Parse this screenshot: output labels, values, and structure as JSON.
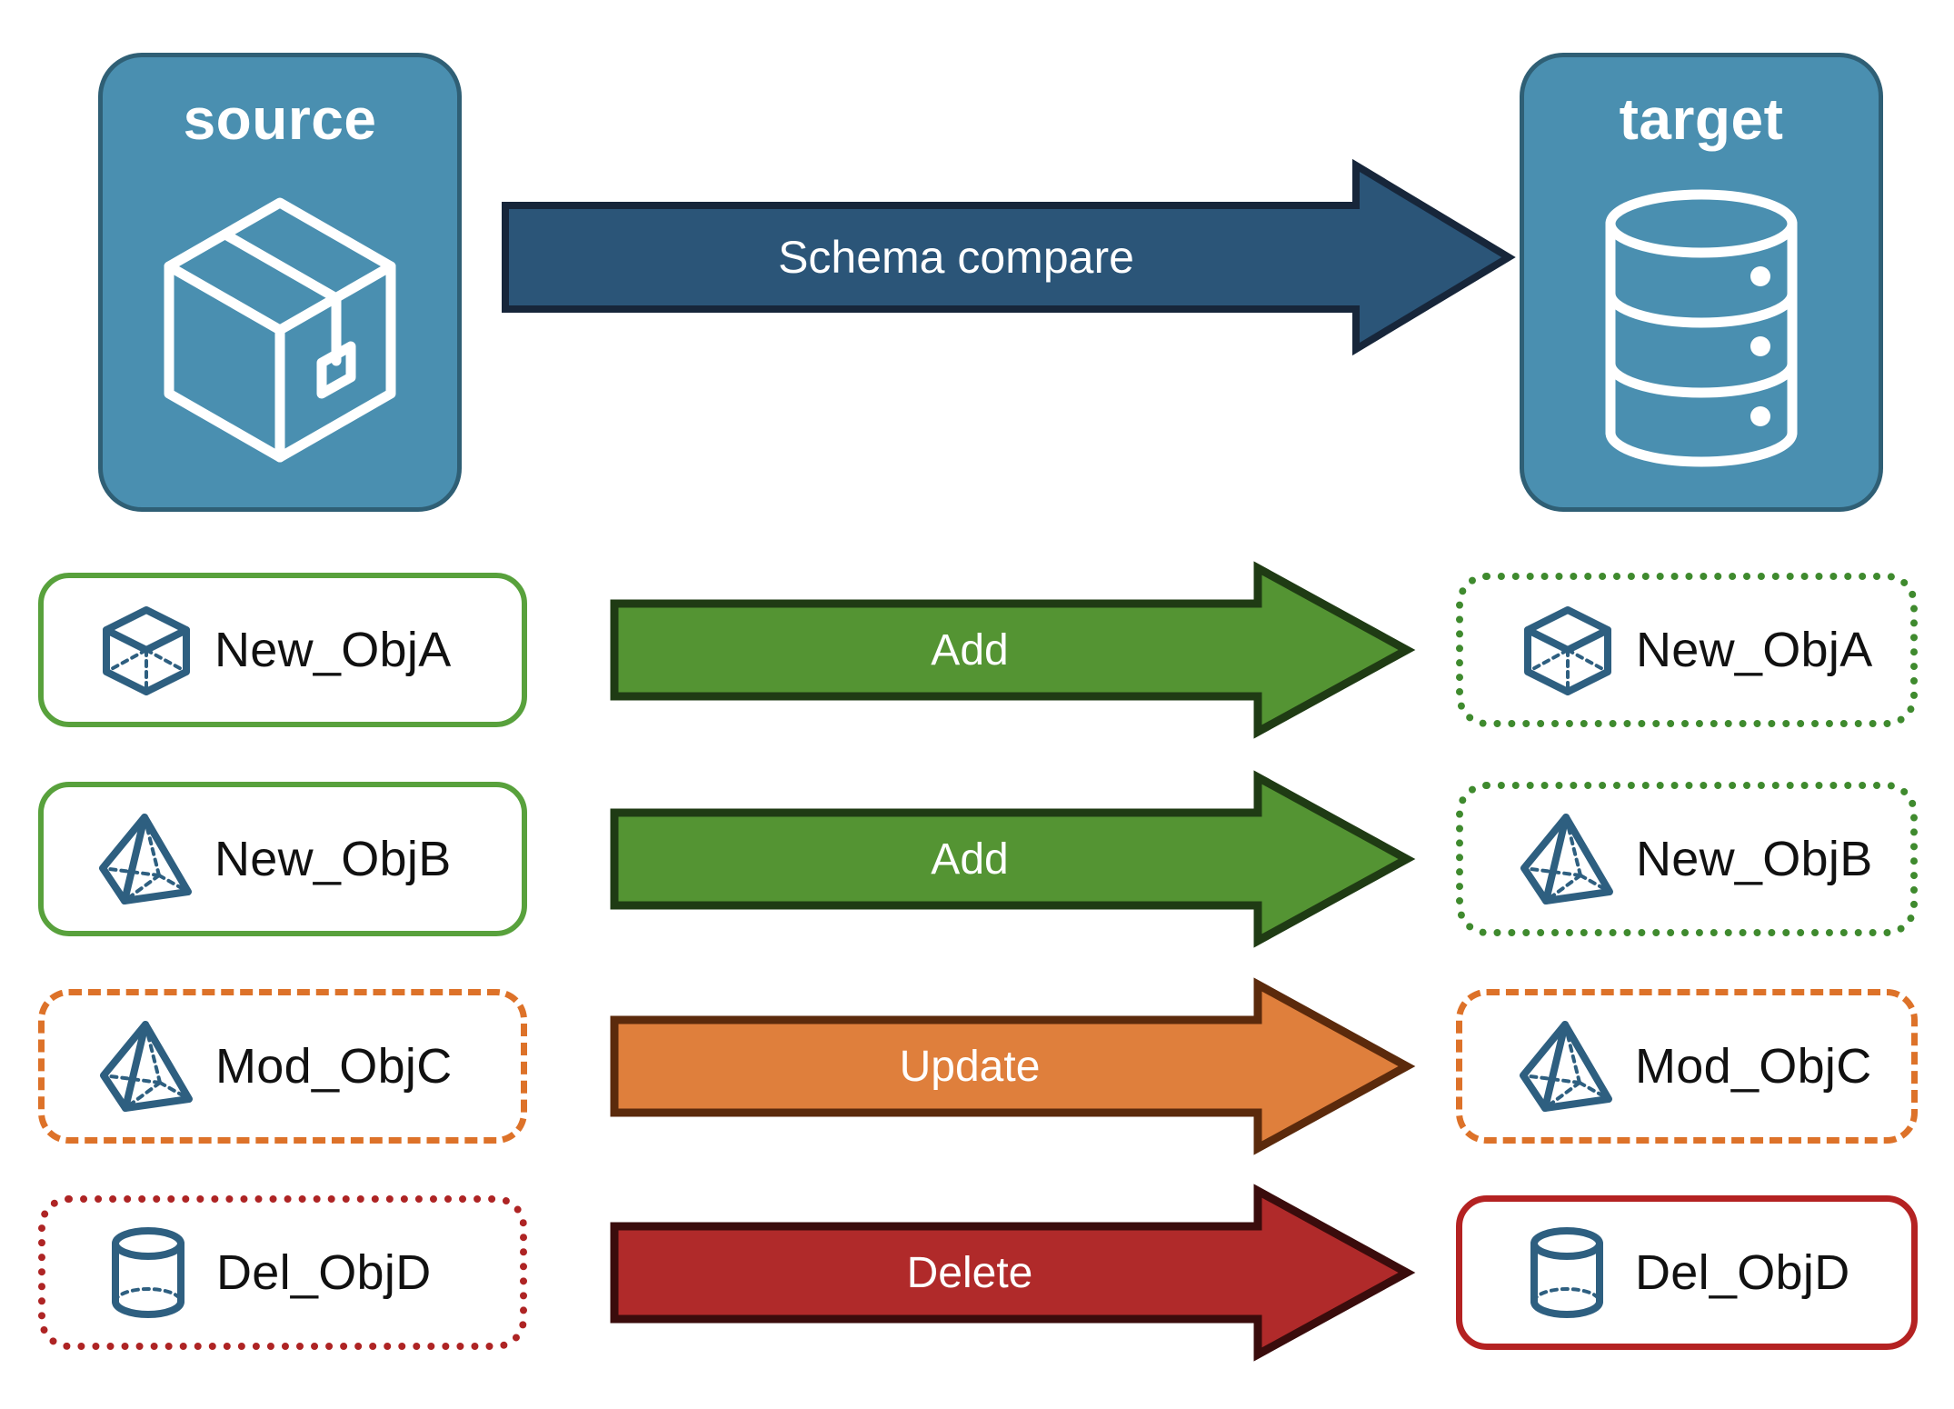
{
  "diagram": {
    "title": "Schema compare between source and target",
    "colors": {
      "endpoint_fill": "#4a8fb0",
      "endpoint_stroke": "#2f5f75",
      "compare_arrow_fill": "#2b5578",
      "compare_arrow_stroke": "#17263a",
      "add_fill": "#549433",
      "add_stroke": "#1f3b14",
      "update_fill": "#df7f3c",
      "update_stroke": "#5b2a0c",
      "delete_fill": "#b02a2a",
      "delete_stroke": "#3a0c0c",
      "icon_blue": "#2e5f80",
      "green_solid": "#58a13c",
      "green_dotted": "#3f8a2e",
      "orange_dashed": "#dd7229",
      "red_dotted": "#ae2424",
      "red_solid": "#b42222",
      "text_dark": "#111111",
      "text_light": "#ffffff"
    }
  },
  "endpoints": {
    "source": {
      "caption": "source",
      "icon": "package-box-icon"
    },
    "target": {
      "caption": "target",
      "icon": "database-cylinder-icon"
    }
  },
  "compare": {
    "label": "Schema compare",
    "direction": "source-to-target"
  },
  "rows": [
    {
      "action": "Add",
      "action_color": "#549433",
      "source": {
        "name": "New_ObjA",
        "icon": "wireframe-cube-icon",
        "border": "solid-green"
      },
      "target": {
        "name": "New_ObjA",
        "icon": "wireframe-cube-icon",
        "border": "dotted-green"
      }
    },
    {
      "action": "Add",
      "action_color": "#549433",
      "source": {
        "name": "New_ObjB",
        "icon": "wireframe-pyramid-icon",
        "border": "solid-green"
      },
      "target": {
        "name": "New_ObjB",
        "icon": "wireframe-pyramid-icon",
        "border": "dotted-green"
      }
    },
    {
      "action": "Update",
      "action_color": "#df7f3c",
      "source": {
        "name": "Mod_ObjC",
        "icon": "wireframe-pyramid-icon",
        "border": "dashed-orange"
      },
      "target": {
        "name": "Mod_ObjC",
        "icon": "wireframe-pyramid-icon",
        "border": "dashed-orange"
      }
    },
    {
      "action": "Delete",
      "action_color": "#b02a2a",
      "source": {
        "name": "Del_ObjD",
        "icon": "wireframe-cylinder-icon",
        "border": "dotted-red"
      },
      "target": {
        "name": "Del_ObjD",
        "icon": "wireframe-cylinder-icon",
        "border": "solid-red"
      }
    }
  ]
}
